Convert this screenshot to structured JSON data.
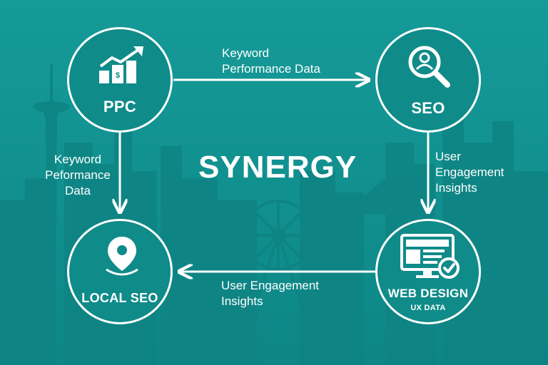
{
  "title": "SYNERGY",
  "nodes": {
    "ppc": {
      "label": "PPC"
    },
    "seo": {
      "label": "SEO"
    },
    "local_seo": {
      "label": "LOCAL SEO"
    },
    "web_design": {
      "label": "WEB DESIGN",
      "sublabel": "UX DATA"
    }
  },
  "edges": {
    "ppc_to_seo": {
      "line1": "Keyword",
      "line2": "Performance Data"
    },
    "ppc_to_local": {
      "line1": "Keyword",
      "line2": "Peformance",
      "line3": "Data"
    },
    "seo_to_web": {
      "line1": "User",
      "line2": "Engagement",
      "line3": "Insights"
    },
    "web_to_local": {
      "line1": "User Engagement",
      "line2": "Insights"
    }
  },
  "icons": {
    "ppc": "growth-chart-icon",
    "seo": "magnifier-user-icon",
    "local_seo": "location-pin-icon",
    "web_design": "monitor-check-icon"
  },
  "colors": {
    "background": "#129594",
    "node_fill": "#0f8b89",
    "stroke": "#ffffff",
    "skyline": "#0d7f7e"
  }
}
